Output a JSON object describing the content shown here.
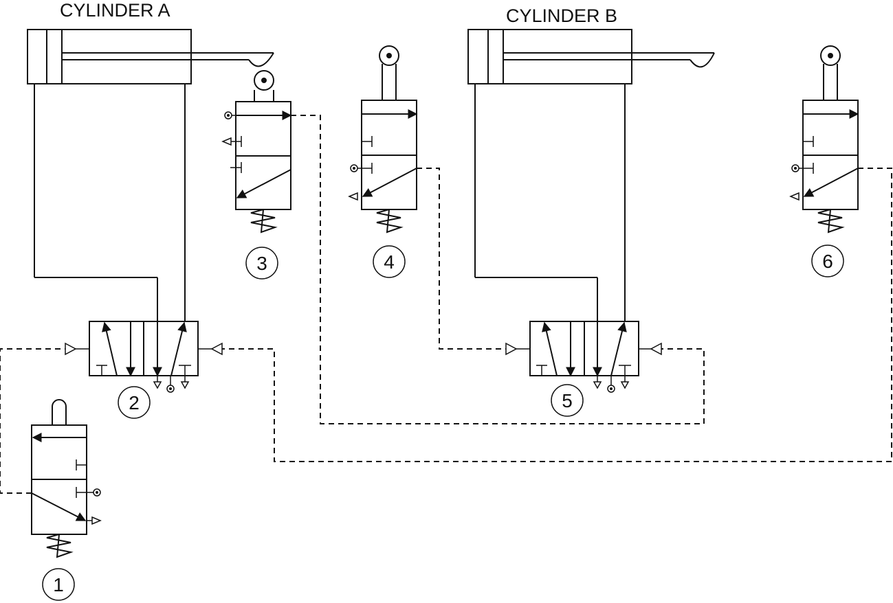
{
  "cylinders": [
    {
      "label": "CYLINDER A"
    },
    {
      "label": "CYLINDER B"
    }
  ],
  "valves": [
    {
      "number": "1"
    },
    {
      "number": "2"
    },
    {
      "number": "3"
    },
    {
      "number": "4"
    },
    {
      "number": "5"
    },
    {
      "number": "6"
    }
  ]
}
